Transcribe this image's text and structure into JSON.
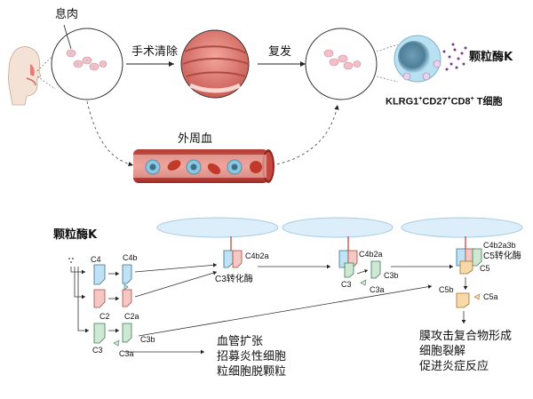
{
  "top_panel": {
    "polyp_label": "息肉",
    "surgery_label": "手术清除",
    "relapse_label": "复发",
    "granzyme_label": "颗粒酶K",
    "tcell_label": {
      "a": "KLRG1",
      "a_sup": "+",
      "b": "CD27",
      "b_sup": "+",
      "c": "CD8",
      "c_sup": "+",
      "d": " T细胞"
    },
    "blood_label": "外周血"
  },
  "bottom_panel": {
    "granzyme_label": "颗粒酶K",
    "c4": "C4",
    "c4b": "C4b",
    "c2": "C2",
    "c2a": "C2a",
    "c3": "C3",
    "c3b": "C3b",
    "c3a": "C3a",
    "c4b2a_label": "C4b2a",
    "c3_convertase_label": "C3转化酶",
    "stage2_c4b2a": "C4b2a",
    "stage2_c3": "C3",
    "stage2_c3b": "C3b",
    "stage2_c3a": "C3a",
    "stage3_c4b2a3b": "C4b2a3b",
    "stage3_c5_convertase": "C5转化酶",
    "stage3_c5": "C5",
    "stage3_c5b": "C5b",
    "stage3_c5a": "C5a",
    "effects_c3a": [
      "血管扩张",
      "招募炎性细胞",
      "粒细胞脱颗粒"
    ],
    "effects_mac": [
      "膜攻击复合物形成",
      "细胞裂解",
      "促进炎症反应"
    ]
  },
  "colors": {
    "blue_fragment": "#bfe2f5",
    "pink_fragment": "#f6c8c3",
    "green_fragment": "#cfe8d6",
    "orange_fragment": "#f8d9a8",
    "membrane": "#dbeefa",
    "vessel": "#c0392b",
    "tcell": "#5b8fa8"
  }
}
